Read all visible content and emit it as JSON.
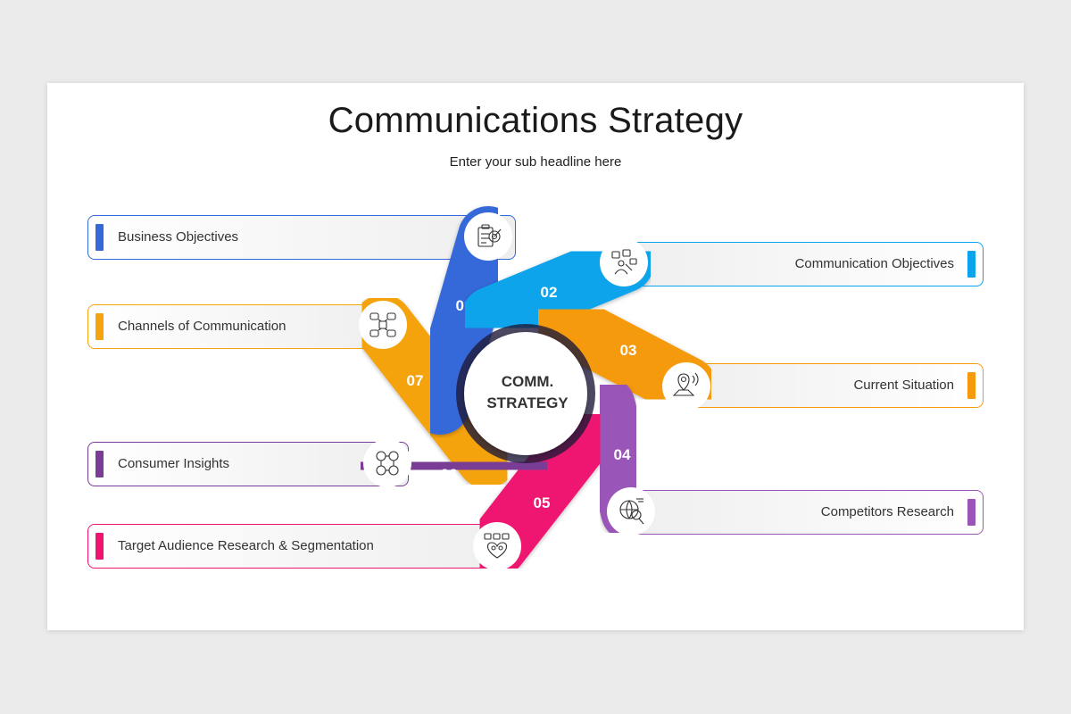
{
  "title": "Communications Strategy",
  "subtitle": "Enter your sub headline here",
  "center": {
    "line1": "COMM.",
    "line2": "STRATEGY"
  },
  "items": [
    {
      "num": "01",
      "label": "Business Objectives",
      "color": "#3568d9",
      "icon": "clipboard-target-icon"
    },
    {
      "num": "02",
      "label": "Communication Objectives",
      "color": "#0aa4ec",
      "icon": "media-person-icon"
    },
    {
      "num": "03",
      "label": "Current Situation",
      "color": "#f59a0d",
      "icon": "map-pin-signal-icon"
    },
    {
      "num": "04",
      "label": "Competitors Research",
      "color": "#9a55b8",
      "icon": "globe-magnifier-icon"
    },
    {
      "num": "05",
      "label": "Target Audience Research & Segmentation",
      "color": "#ee1470",
      "icon": "audience-heart-icon"
    },
    {
      "num": "06",
      "label": "Consumer Insights",
      "color": "#7a3c96",
      "icon": "network-people-icon"
    },
    {
      "num": "07",
      "label": "Channels of Communication",
      "color": "#f5a30f",
      "icon": "channels-icon"
    }
  ]
}
